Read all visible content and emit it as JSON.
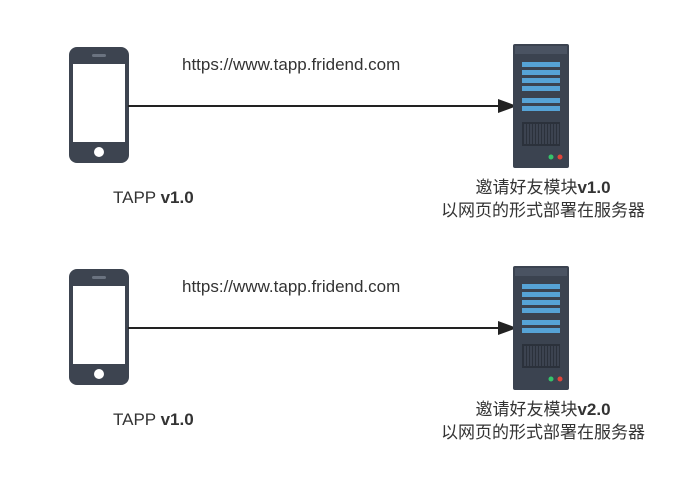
{
  "rows": [
    {
      "url": "https://www.tapp.fridend.com",
      "app_name": "TAPP",
      "app_version": "v1.0",
      "module_name": "邀请好友模块",
      "module_version": "v1.0",
      "module_desc": "以网页的形式部署在服务器"
    },
    {
      "url": "https://www.tapp.fridend.com",
      "app_name": "TAPP",
      "app_version": "v1.0",
      "module_name": "邀请好友模块",
      "module_version": "v2.0",
      "module_desc": "以网页的形式部署在服务器"
    }
  ],
  "colors": {
    "device_dark": "#3d4450",
    "arrow": "#222222",
    "server_body": "#3b4350",
    "server_panel": "#56a3d6",
    "led_green": "#35c46a",
    "led_red": "#e0453a"
  },
  "icons": {
    "phone": "smartphone-icon",
    "server": "server-icon"
  }
}
